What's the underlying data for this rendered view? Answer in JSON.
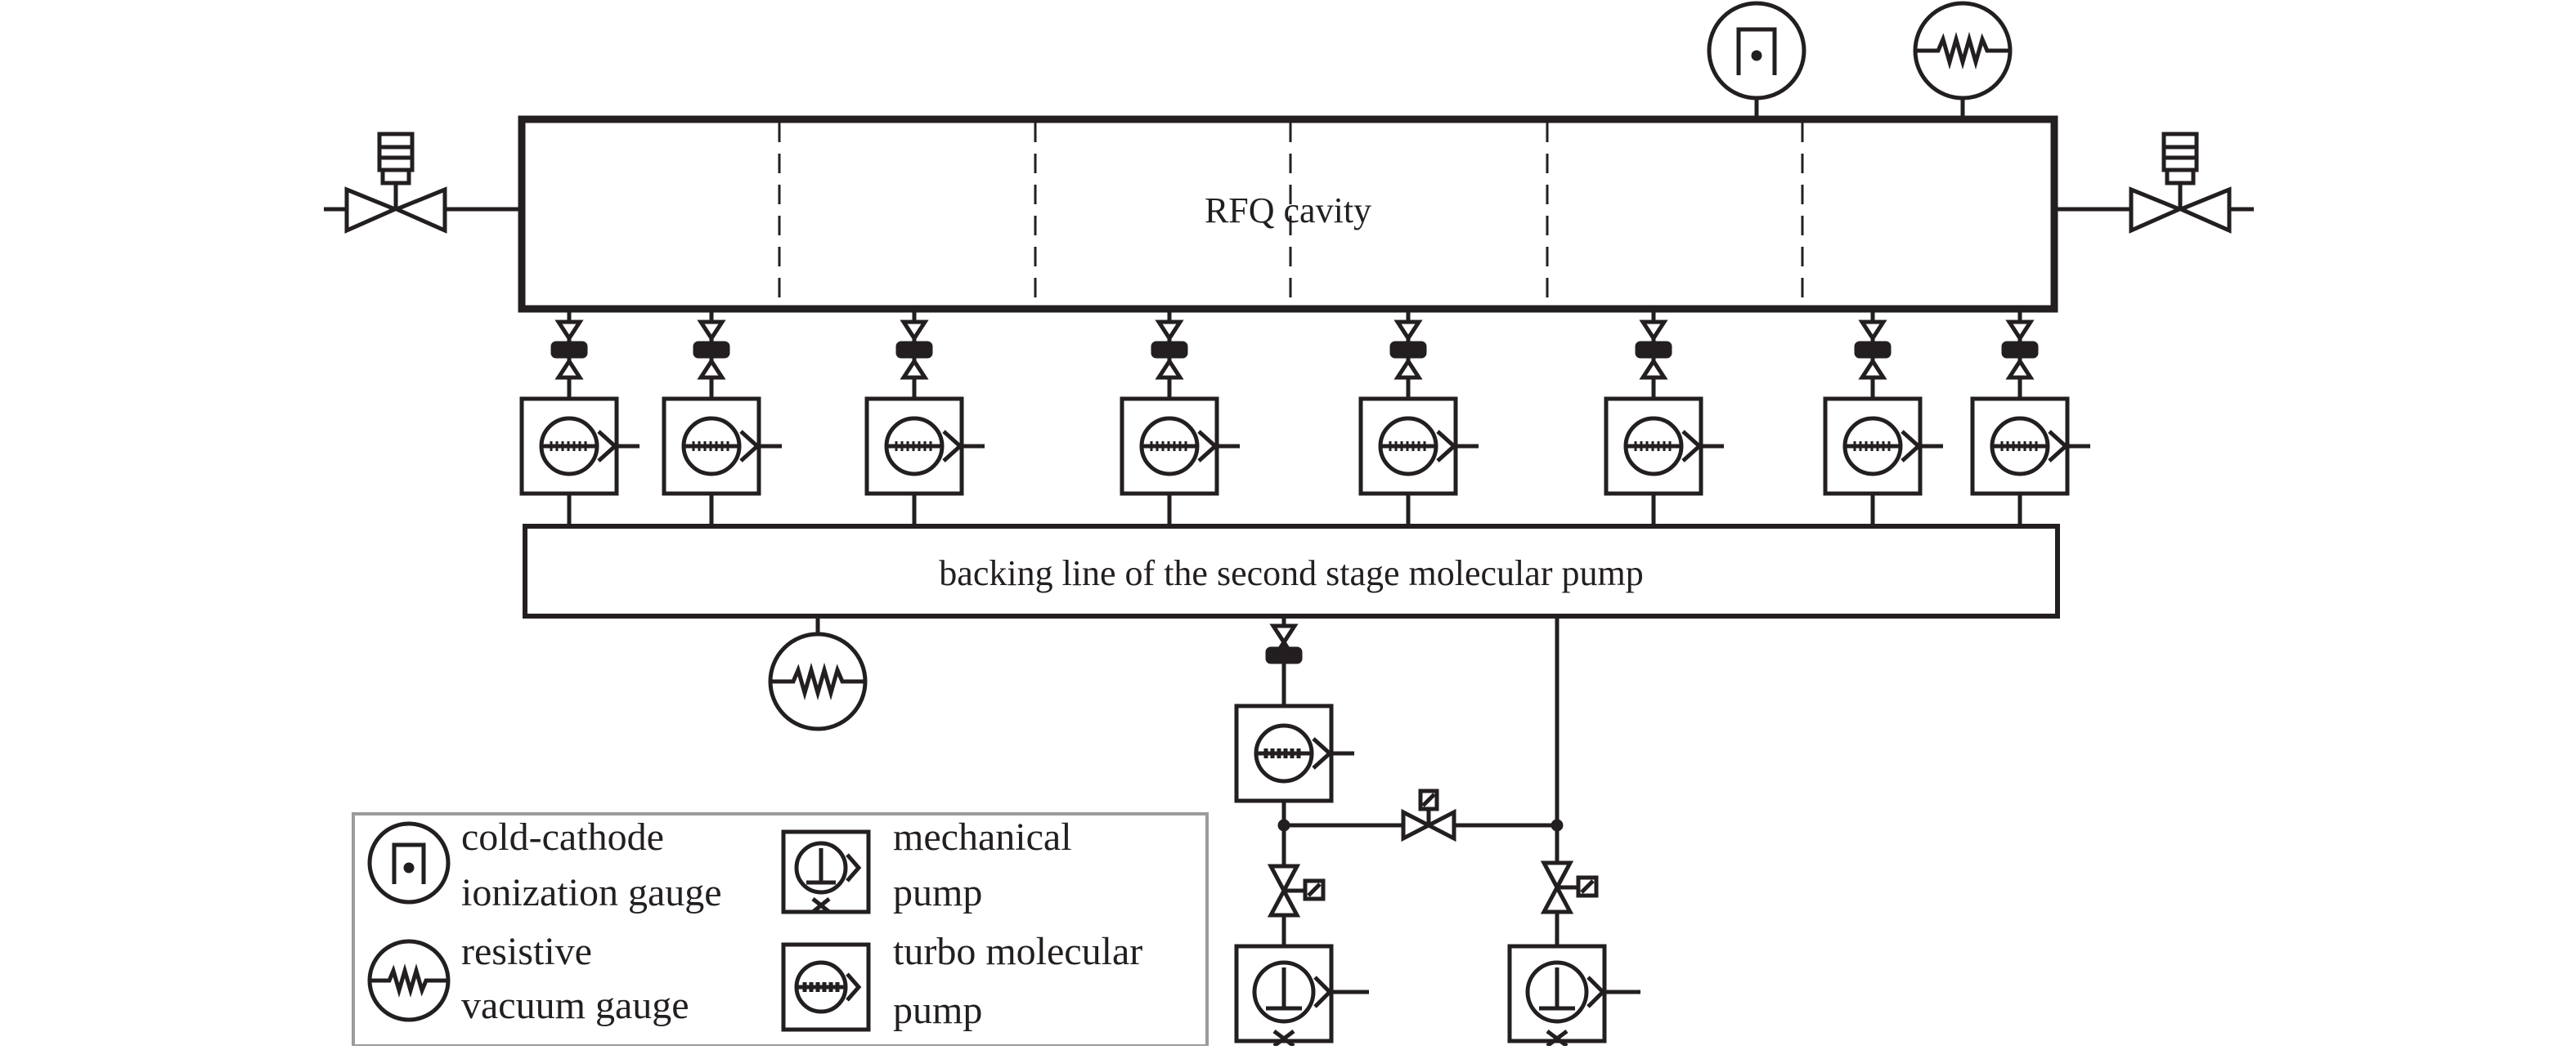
{
  "labels": {
    "cavity": "RFQ cavity",
    "backing_line": "backing line of the second stage molecular pump"
  },
  "legend": {
    "cold_cathode_l1": "cold-cathode",
    "cold_cathode_l2": "ionization gauge",
    "resistive_l1": "resistive",
    "resistive_l2": "vacuum gauge",
    "mechanical_l1": "mechanical",
    "mechanical_l2": "pump",
    "turbo_l1": "turbo molecular",
    "turbo_l2": "pump"
  },
  "colors": {
    "stroke": "#231f20",
    "legend_border": "#9b9b9b",
    "background": "#ffffff"
  },
  "icons": {
    "gate_valve": "pneumatic-gate-valve-icon",
    "turbo_pump": "turbo-molecular-pump-icon",
    "mech_pump": "mechanical-pump-icon",
    "cc_gauge": "cold-cathode-ionization-gauge-icon",
    "res_gauge": "resistive-vacuum-gauge-icon",
    "solenoid_valve": "solenoid-valve-icon",
    "small_valve": "isolation-valve-icon"
  }
}
